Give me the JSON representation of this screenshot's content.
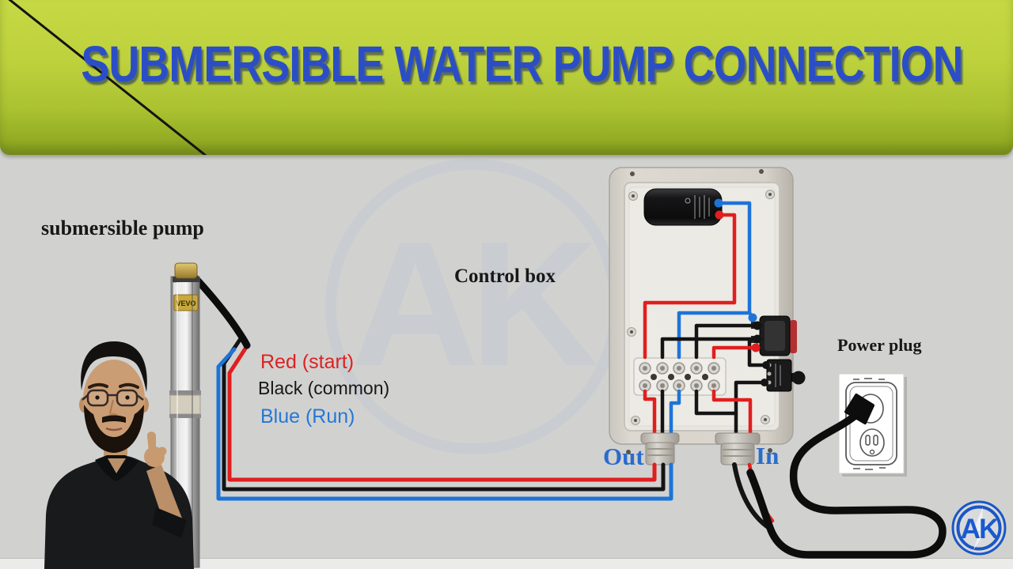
{
  "banner": {
    "title": "SUBMERSIBLE WATER PUMP CONNECTION"
  },
  "diagram": {
    "pump_label": "submersible pump",
    "control_box_label": "Control box",
    "power_plug_label": "Power plug",
    "out_label": "Out",
    "in_label": "In",
    "pump_badge": "VEVO"
  },
  "wire_legend": [
    {
      "label": "Red (start)",
      "color": "#dd2222"
    },
    {
      "label": "Black (common)",
      "color": "#171717"
    },
    {
      "label": "Blue (Run)",
      "color": "#2577d8"
    }
  ],
  "watermark": {
    "text": "AK"
  },
  "logo": {
    "text": "AK"
  },
  "colors": {
    "background": "#d1d2d0",
    "banner_bg": "#b8cc38",
    "title_text": "#2b4ec6",
    "wire_red": "#e01f1f",
    "wire_black": "#141414",
    "wire_blue": "#1d74d8",
    "label_blue": "#2a6ccd"
  }
}
